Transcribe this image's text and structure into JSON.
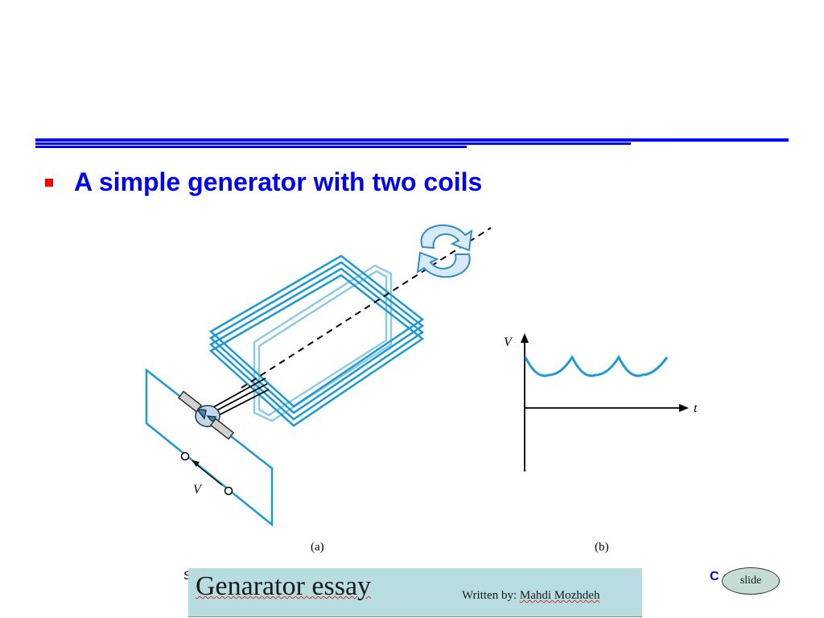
{
  "slide": {
    "bullet_text": "A simple generator with two coils",
    "figure": {
      "label_v_meter": "V",
      "label_v_axis": "V",
      "label_t_axis": "t",
      "caption_a": "(a)",
      "caption_b": "(b)"
    }
  },
  "footer": {
    "left_text": "S",
    "slide_number": "C  ‹#›"
  },
  "banner": {
    "title": "Genarator essay",
    "written_by_label": "Written by: ",
    "author": "Mahdi Mozhdeh",
    "button_label": "slide"
  },
  "colors": {
    "title_rule": "#0000ff",
    "bullet_text": "#0000ff",
    "bullet": "#ff0000",
    "coil": "#1a9ad6",
    "coil_light": "#8ccbe9",
    "arrow_fill": "#d7eaf5",
    "arrow_stroke": "#2d8fc8",
    "banner_bg": "#b8dde1"
  },
  "icons": [
    "rotation-arrows-icon",
    "bullet-square-icon"
  ]
}
